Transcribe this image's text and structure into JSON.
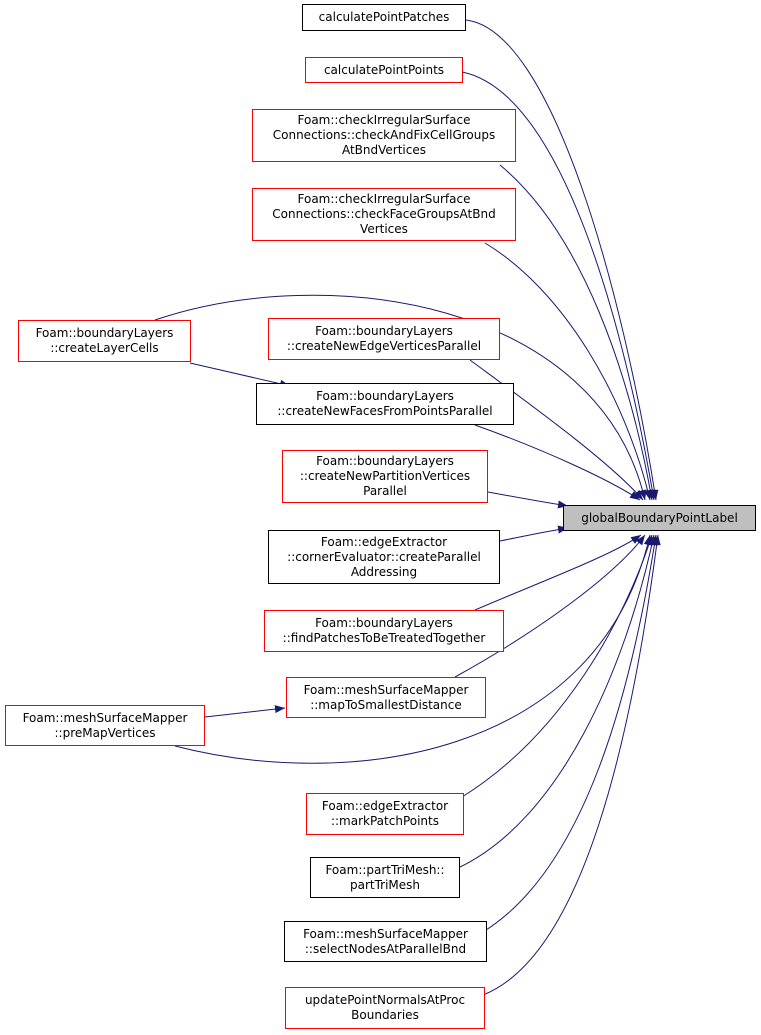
{
  "graph": {
    "colors": {
      "edge": "#191970",
      "border_red": "#ff0000",
      "border_black": "#000000",
      "target_fill": "#bfbfbf"
    },
    "target": {
      "lines": [
        "globalBoundaryPointLabel"
      ]
    },
    "nodes": [
      {
        "id": "calculatePointPatches",
        "lines": [
          "calculatePointPatches"
        ],
        "border": "black"
      },
      {
        "id": "calculatePointPoints",
        "lines": [
          "calculatePointPoints"
        ],
        "border": "red"
      },
      {
        "id": "checkAndFixCellGroups",
        "lines": [
          "Foam::checkIrregularSurface",
          "Connections::checkAndFixCellGroups",
          "AtBndVertices"
        ],
        "border": "red"
      },
      {
        "id": "checkFaceGroups",
        "lines": [
          "Foam::checkIrregularSurface",
          "Connections::checkFaceGroupsAtBnd",
          "Vertices"
        ],
        "border": "red"
      },
      {
        "id": "createLayerCells",
        "lines": [
          "Foam::boundaryLayers",
          "::createLayerCells"
        ],
        "border": "red"
      },
      {
        "id": "createNewEdgeVerticesParallel",
        "lines": [
          "Foam::boundaryLayers",
          "::createNewEdgeVerticesParallel"
        ],
        "border": "red"
      },
      {
        "id": "createNewFacesFromPointsParallel",
        "lines": [
          "Foam::boundaryLayers",
          "::createNewFacesFromPointsParallel"
        ],
        "border": "black"
      },
      {
        "id": "createNewPartitionVertices",
        "lines": [
          "Foam::boundaryLayers",
          "::createNewPartitionVertices",
          "Parallel"
        ],
        "border": "red"
      },
      {
        "id": "createParallelAddressing",
        "lines": [
          "Foam::edgeExtractor",
          "::cornerEvaluator::createParallel",
          "Addressing"
        ],
        "border": "black"
      },
      {
        "id": "findPatchesToBeTreatedTogether",
        "lines": [
          "Foam::boundaryLayers",
          "::findPatchesToBeTreatedTogether"
        ],
        "border": "red"
      },
      {
        "id": "mapToSmallestDistance",
        "lines": [
          "Foam::meshSurfaceMapper",
          "::mapToSmallestDistance"
        ],
        "border": "red"
      },
      {
        "id": "preMapVertices",
        "lines": [
          "Foam::meshSurfaceMapper",
          "::preMapVertices"
        ],
        "border": "red"
      },
      {
        "id": "markPatchPoints",
        "lines": [
          "Foam::edgeExtractor",
          "::markPatchPoints"
        ],
        "border": "red"
      },
      {
        "id": "partTriMesh",
        "lines": [
          "Foam::partTriMesh::",
          "partTriMesh"
        ],
        "border": "black"
      },
      {
        "id": "selectNodesAtParallelBnd",
        "lines": [
          "Foam::meshSurfaceMapper",
          "::selectNodesAtParallelBnd"
        ],
        "border": "black"
      },
      {
        "id": "updatePointNormalsAtProc",
        "lines": [
          "updatePointNormalsAtProc",
          "Boundaries"
        ],
        "border": "red"
      }
    ],
    "edges": [
      {
        "from": "calculatePointPatches",
        "to": "target"
      },
      {
        "from": "calculatePointPoints",
        "to": "target"
      },
      {
        "from": "checkAndFixCellGroups",
        "to": "target"
      },
      {
        "from": "checkFaceGroups",
        "to": "target"
      },
      {
        "from": "createLayerCells",
        "to": "target"
      },
      {
        "from": "createNewEdgeVerticesParallel",
        "to": "target"
      },
      {
        "from": "createNewFacesFromPointsParallel",
        "to": "target"
      },
      {
        "from": "createNewPartitionVertices",
        "to": "target"
      },
      {
        "from": "createParallelAddressing",
        "to": "target"
      },
      {
        "from": "findPatchesToBeTreatedTogether",
        "to": "target"
      },
      {
        "from": "mapToSmallestDistance",
        "to": "target"
      },
      {
        "from": "preMapVertices",
        "to": "target"
      },
      {
        "from": "markPatchPoints",
        "to": "target"
      },
      {
        "from": "partTriMesh",
        "to": "target"
      },
      {
        "from": "selectNodesAtParallelBnd",
        "to": "target"
      },
      {
        "from": "updatePointNormalsAtProc",
        "to": "target"
      },
      {
        "from": "createLayerCells",
        "to": "createNewFacesFromPointsParallel"
      },
      {
        "from": "preMapVertices",
        "to": "mapToSmallestDistance"
      }
    ]
  }
}
